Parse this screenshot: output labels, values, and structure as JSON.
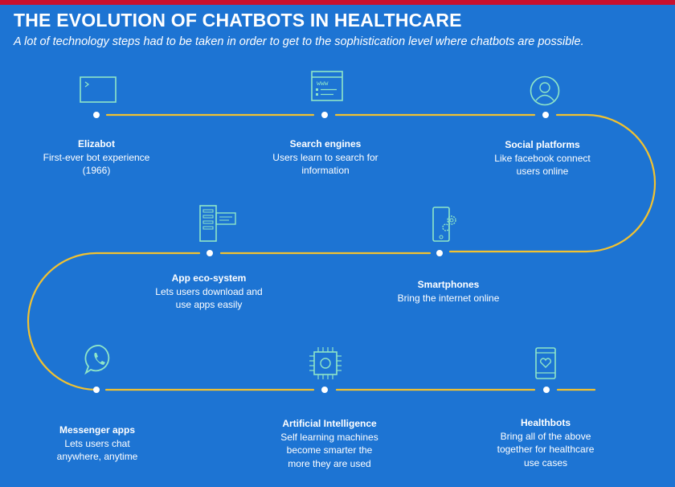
{
  "header": {
    "title": "THE EVOLUTION OF CHATBOTS IN HEALTHCARE",
    "subtitle": "A lot of technology steps had to be taken in order to get to the sophistication level where chatbots are possible."
  },
  "colors": {
    "background": "#1d74d3",
    "accent_line": "#f2c230",
    "title_bar": "#c8102e",
    "icon_stroke": "#8fe6c8",
    "text": "#ffffff"
  },
  "steps": [
    {
      "name": "Elizabot",
      "desc": "First-ever bot experience",
      "extra": "(1966)",
      "icon": "terminal-icon"
    },
    {
      "name": "Search engines",
      "desc": "Users learn to search for",
      "extra": "information",
      "icon": "browser-www-icon"
    },
    {
      "name": "Social platforms",
      "desc": "Like facebook connect",
      "extra": "users online",
      "icon": "user-profile-icon"
    },
    {
      "name": "App eco-system",
      "desc": "Lets users download and",
      "extra": "use apps easily",
      "icon": "app-screens-icon"
    },
    {
      "name": "Smartphones",
      "desc": "Bring the internet online",
      "extra": "",
      "icon": "smartphone-gears-icon"
    },
    {
      "name": "Messenger apps",
      "desc": "Lets users chat",
      "extra": "anywhere, anytime",
      "icon": "whatsapp-icon"
    },
    {
      "name": "Artificial Intelligence",
      "desc": "Self learning machines",
      "extra": "become smarter the",
      "extra2": "more they are used",
      "icon": "ai-chip-icon"
    },
    {
      "name": "Healthbots",
      "desc": "Bring all of the above",
      "extra": "together for healthcare",
      "extra2": "use cases",
      "icon": "phone-heart-icon"
    }
  ]
}
